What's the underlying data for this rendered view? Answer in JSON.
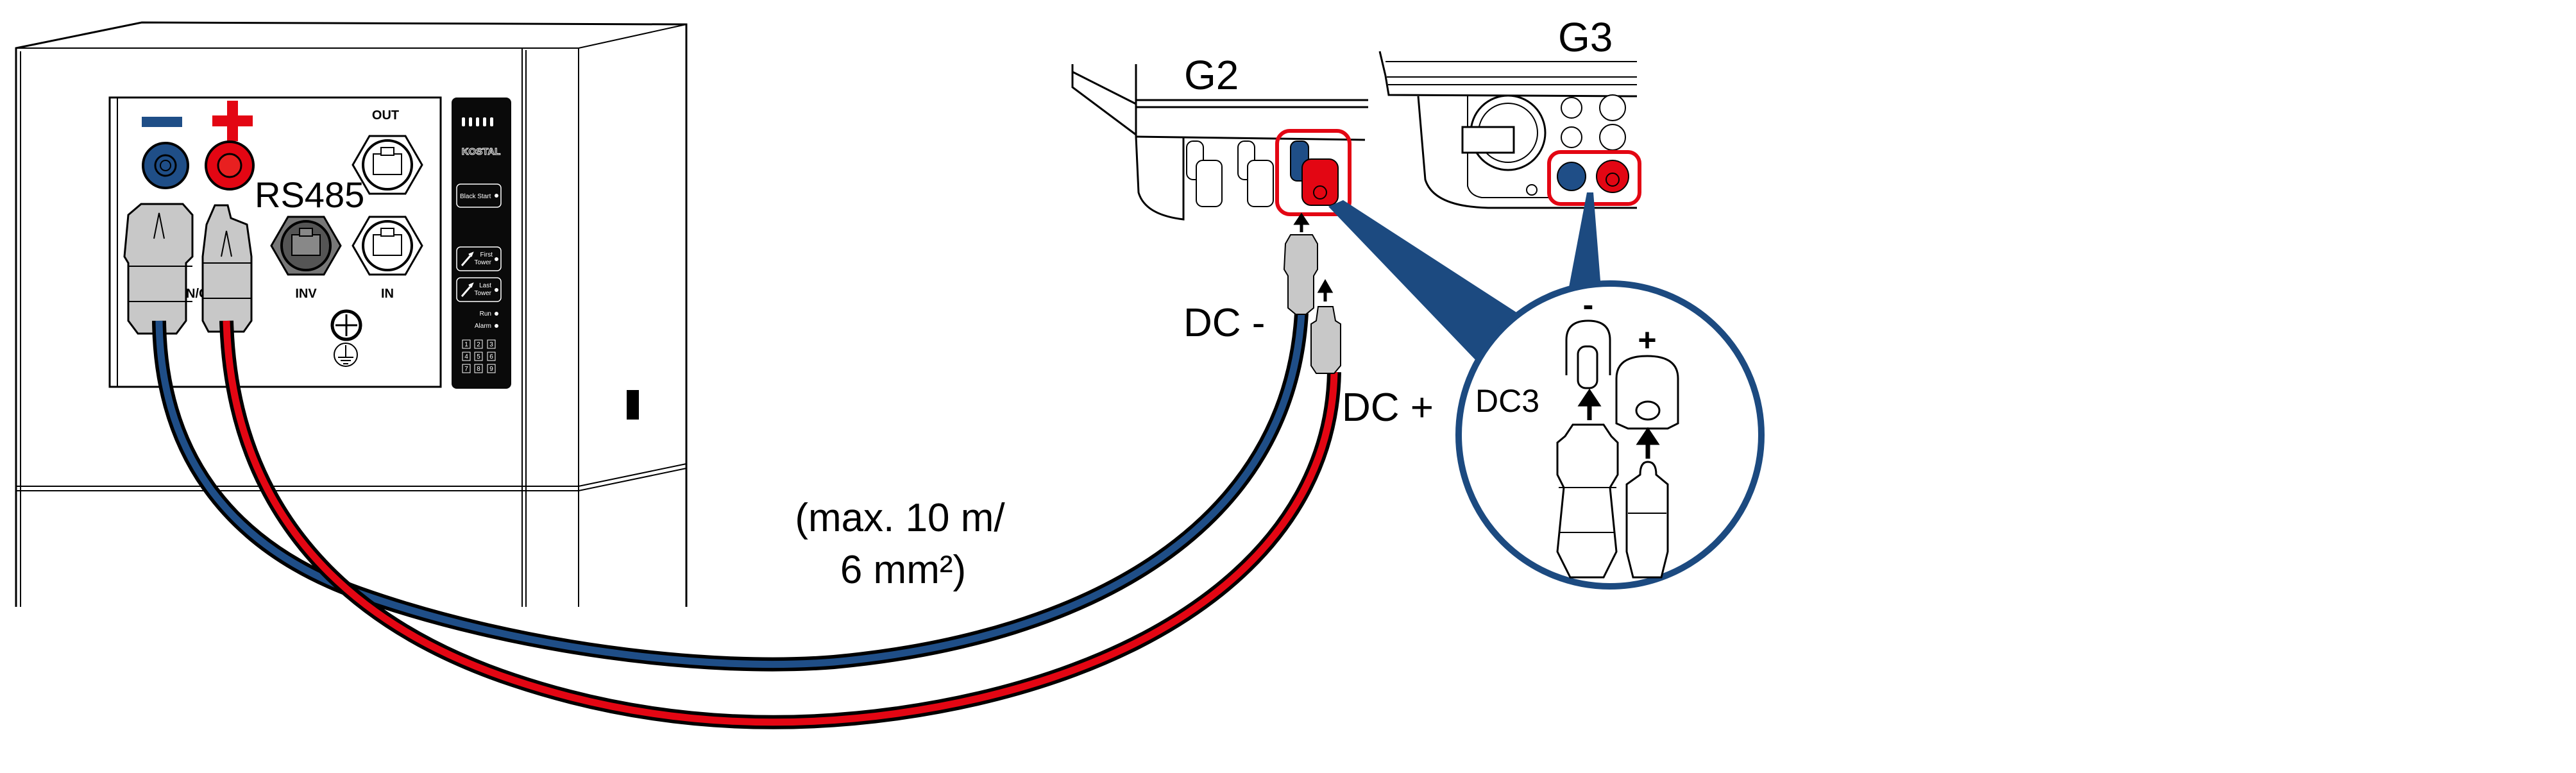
{
  "colors": {
    "dc_minus": "#1f4e87",
    "dc_plus": "#e30613",
    "callout": "#1c4a80",
    "connector_grey": "#c8c8c8"
  },
  "battery": {
    "minus_symbol": "−",
    "plus_symbol": "+",
    "rs485_label": "RS485",
    "ports": {
      "out": "OUT",
      "inv": "INV",
      "in": "IN"
    },
    "nc_label": "N/C",
    "control_strip": {
      "logo": "KOSTAL",
      "black_start": "Black Start",
      "first_tower": [
        "First",
        "Tower"
      ],
      "last_tower": [
        "Last",
        "Tower"
      ],
      "run": "Run",
      "alarm": "Alarm",
      "keypad": [
        "1",
        "2",
        "3",
        "4",
        "5",
        "6",
        "7",
        "8",
        "9"
      ]
    }
  },
  "inverters": {
    "g2": "G2",
    "g3": "G3"
  },
  "cables": {
    "dc_minus": "DC -",
    "dc_plus": "DC +",
    "spec_line1": "(max. 10 m/",
    "spec_line2": "6 mm²)"
  },
  "detail": {
    "input": "DC3",
    "minus": "-",
    "plus": "+"
  }
}
